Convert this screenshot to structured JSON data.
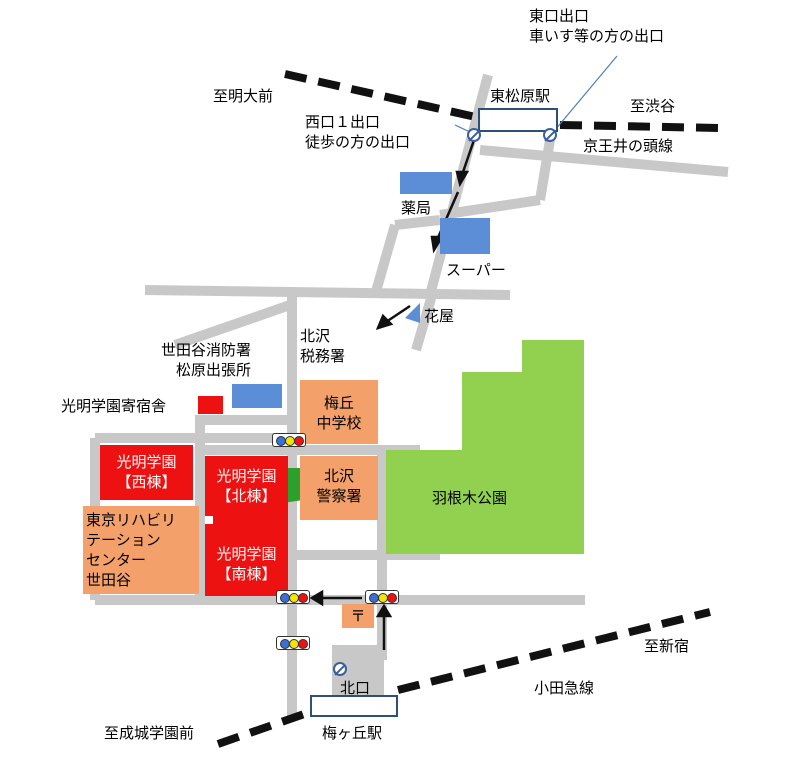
{
  "stations": {
    "higashi_matsubara": "東松原駅",
    "umegaoka": "梅ヶ丘駅"
  },
  "exits": {
    "east_exit": "東口出口\n車いす等の方の出口",
    "west_exit": "西口１出口\n徒歩の方の出口",
    "north_exit": "北口"
  },
  "railways": {
    "keio_inokashira": "京王井の頭線",
    "odakyu": "小田急線"
  },
  "directions": {
    "to_meidaimae": "至明大前",
    "to_shibuya": "至渋谷",
    "to_shinjuku": "至新宿",
    "to_seijogakuenmae": "至成城学園前"
  },
  "places": {
    "pharmacy": "薬局",
    "supermarket": "スーパー",
    "florist": "花屋",
    "fire_station": "世田谷消防署\n松原出張所",
    "tax_office": "北沢\n税務署",
    "dormitory": "光明学園寄宿舎",
    "junior_high": "梅丘\n中学校",
    "school_west": "光明学園\n【西棟】",
    "school_north": "光明学園\n【北棟】",
    "school_south": "光明学園\n【南棟】",
    "police": "北沢\n警察署",
    "rehab_center": "東京リハビリ\nテーション\nセンター\n世田谷",
    "park": "羽根木公園",
    "post_office": "〒"
  },
  "colors": {
    "road": "#c8c8c8",
    "school": "#ee1111",
    "facility": "#f4a06a",
    "shop": "#5b8ed6",
    "park": "#92d050",
    "rail": "#111111",
    "station_border": "#2e4f7a"
  }
}
